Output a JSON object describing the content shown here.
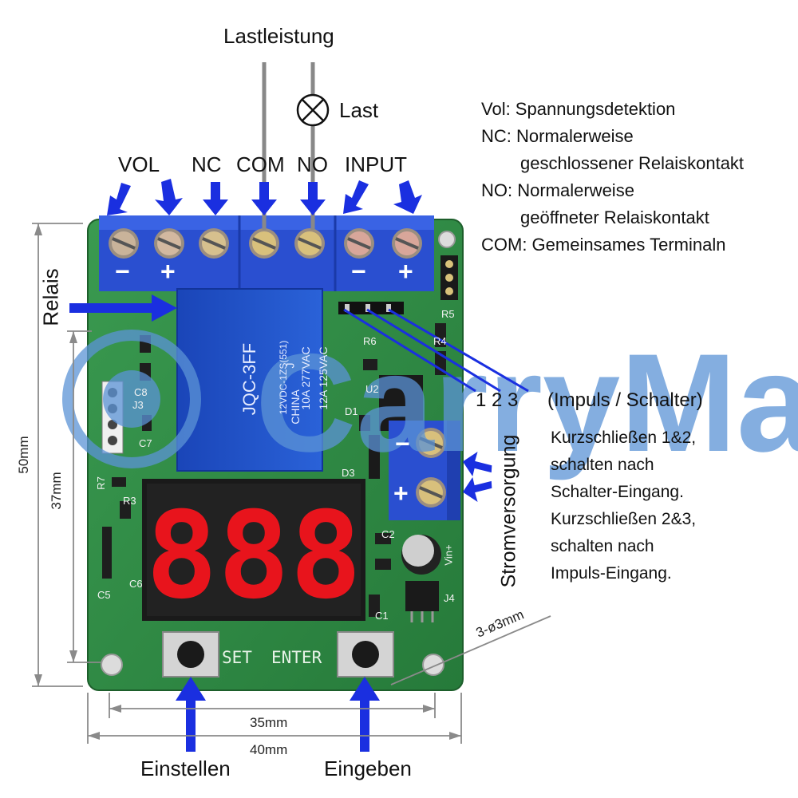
{
  "top": {
    "load_power": "Lastleistung",
    "load": "Last"
  },
  "terminals": {
    "vol": "VOL",
    "nc": "NC",
    "com": "COM",
    "no": "NO",
    "input": "INPUT"
  },
  "legend": {
    "vol": "Vol: Spannungsdetektion",
    "nc_1": "NC: Normalerweise",
    "nc_2": "geschlossener Relaiskontakt",
    "no_1": "NO: Normalerweise",
    "no_2": "geöffneter Relaiskontakt",
    "com": "COM: Gemeinsames Terminaln"
  },
  "relay_label": "Relais",
  "relay_marks": {
    "model": "JQC-3FF",
    "coil": "12VDC-1ZS(551)",
    "rating_1": "10A 277VAC",
    "rating_2": "12A 125VAC",
    "origin": "CHINA",
    "suffix": "J"
  },
  "jumper": {
    "pins": "1  2  3",
    "title": "(Impuls / Schalter)"
  },
  "notes": [
    "Kurzschließen 1&2,",
    "schalten nach",
    "Schalter-Eingang.",
    "Kurzschließen 2&3,",
    "schalten nach",
    "Impuls-Eingang."
  ],
  "power_label": "Stromversorgung",
  "display_value": "888",
  "buttons": {
    "set": "SET",
    "enter": "ENTER",
    "einstellen": "Einstellen",
    "eingeben": "Eingeben"
  },
  "dimensions": {
    "height_outer": "50mm",
    "height_inner": "37mm",
    "width_inner": "35mm",
    "width_outer": "40mm",
    "holes": "3-ø3mm"
  },
  "watermark": "CarryMart",
  "pcb_labels": [
    "R5",
    "R4",
    "R6",
    "U2",
    "D1",
    "D3",
    "C8",
    "J3",
    "C7",
    "R7",
    "R3",
    "C5",
    "C6",
    "J4",
    "Vin+",
    "C1",
    "C2"
  ],
  "colors": {
    "pcb": "#2f8a45",
    "terminal_block": "#2a4fd0",
    "arrow": "#1a2fe0",
    "relay": "#1d50c8",
    "display_digit": "#e8141c",
    "watermark": "#5b93d6"
  }
}
